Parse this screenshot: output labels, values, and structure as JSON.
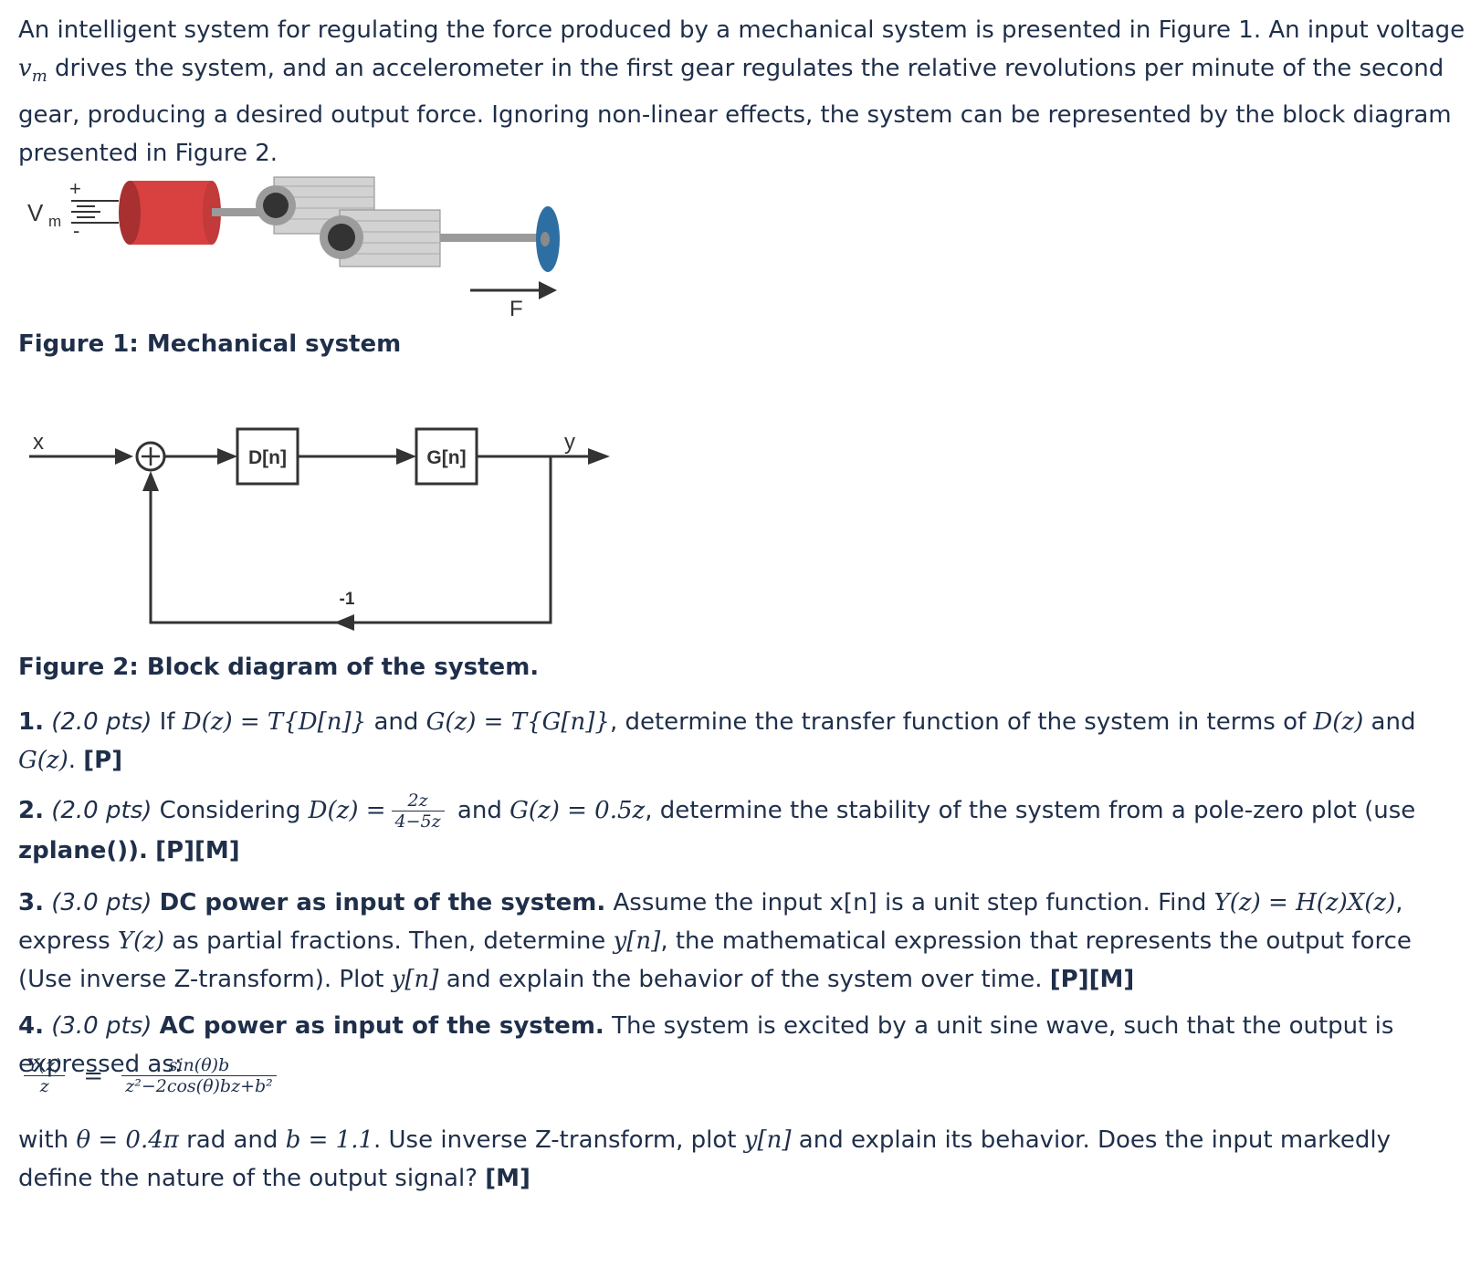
{
  "intro": {
    "text": "An intelligent system for regulating the force produced by a mechanical system is presented in Figure 1. An input voltage",
    "var": "v",
    "var_sub": "m",
    "text2": "drives the system, and an accelerometer in the first gear regulates the relative revolutions per minute of the second gear, producing a desired output force. Ignoring non-linear effects, the system can be represented by the block diagram presented in Figure 2."
  },
  "figure1": {
    "vm_label": "V",
    "vm_sub": "m",
    "plus": "+",
    "minus": "-",
    "force_label": "F",
    "caption": "Figure 1: Mechanical system",
    "colors": {
      "motor": "#d94040",
      "disc": "#2e6fa3",
      "gear": "#c9c9c9",
      "hub": "#333333"
    }
  },
  "figure2": {
    "input_label": "x",
    "output_label": "y",
    "block_d": "D[n]",
    "block_g": "G[n]",
    "feedback_gain": "-1",
    "sum_symbol": "+",
    "caption": "Figure 2: Block diagram of the system."
  },
  "q1": {
    "num": "1.",
    "pts": "(2.0 pts)",
    "t1": "If",
    "m1": "D(z) = T{D[n]}",
    "t2": "and",
    "m2": "G(z) = T{G[n]}",
    "t3": ", determine the transfer function of the system in terms of",
    "m3": "D(z)",
    "t4": "and",
    "m4": "G(z)",
    "t5": ".",
    "tag": "[P]"
  },
  "q2": {
    "num": "2.",
    "pts": "(2.0 pts)",
    "t1": "Considering",
    "m1": "D(z) =",
    "frac_num": "2z",
    "frac_den": "4−5z",
    "t2": "and",
    "m2": "G(z) = 0.5z",
    "t3": ", determine the stability of the system from a pole-zero plot (use",
    "code": "zplane()",
    "t4": ").",
    "tag": "[P][M]"
  },
  "q3": {
    "num": "3.",
    "pts": "(3.0 pts)",
    "bold": "DC power as input of the system.",
    "t1": "Assume the input x[n] is a unit step function. Find",
    "m1": "Y(z) = H(z)X(z)",
    "t2": ", express",
    "m2": "Y(z)",
    "t3": "as partial fractions. Then, determine",
    "m3": "y[n]",
    "t4": ", the mathematical expression that represents the output force (Use inverse Z-transform). Plot",
    "m4": "y[n]",
    "t5": "and explain the behavior of the system over time.",
    "tag": "[P][M]"
  },
  "q4": {
    "num": "4.",
    "pts": "(3.0 pts)",
    "bold": "AC power as input of the system.",
    "t1": "The system is excited by a unit sine wave, such that the output is expressed as:",
    "eq_left_num": "Y(z)",
    "eq_left_den": "z",
    "eq_eq": "=",
    "eq_right_num": "sin(θ)b",
    "eq_right_den": "z²−2cos(θ)bz+b²",
    "t2": "with",
    "m1": "θ = 0.4π",
    "t3": "rad and",
    "m2": "b = 1.1",
    "t4": ". Use inverse Z-transform, plot",
    "m3": "y[n]",
    "t5": "and explain its behavior. Does the input markedly define the nature of the output signal?",
    "tag": "[M]"
  }
}
